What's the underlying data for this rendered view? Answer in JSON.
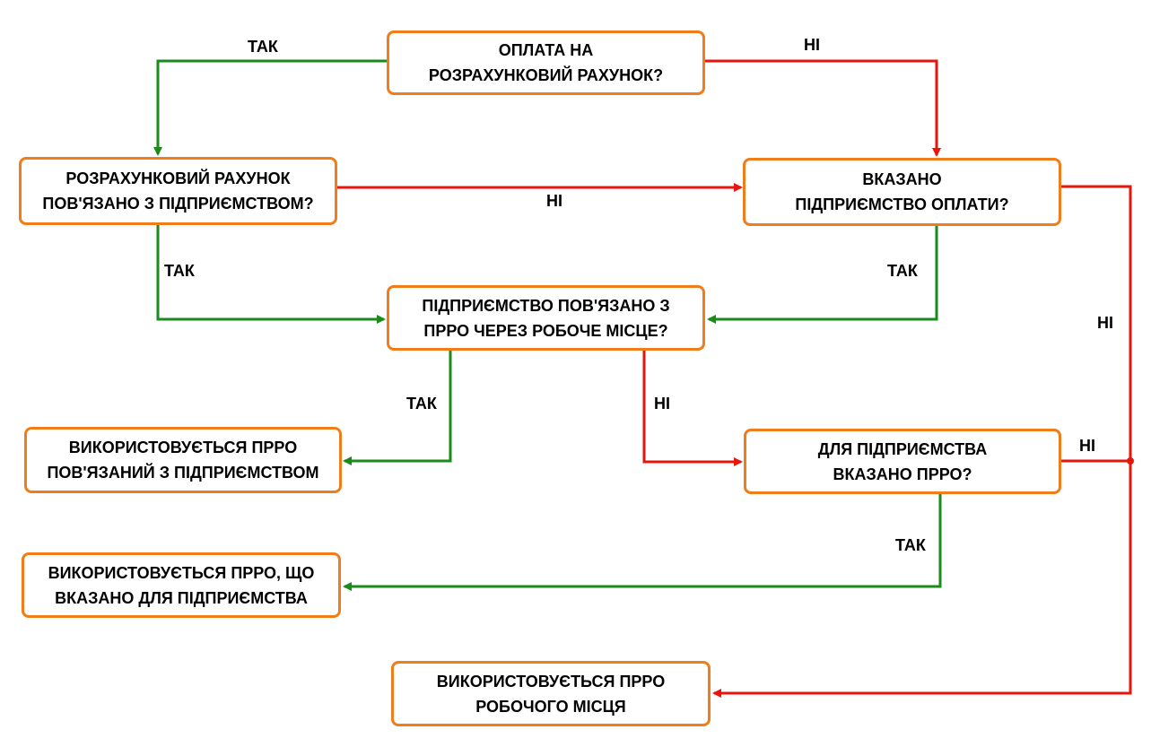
{
  "colors": {
    "box_border": "#f07d1a",
    "yes": "#1a8a1a",
    "no": "#e8150b"
  },
  "nodes": {
    "q_payment_account": "ОПЛАТА НА\nРОЗРАХУНКОВИЙ РАХУНОК?",
    "q_account_linked": "РОЗРАХУНКОВИЙ РАХУНОК\nПОВ'ЯЗАНО З ПІДПРИЄМСТВОМ?",
    "q_enterprise_specified": "ВКАЗАНО\nПІДПРИЄМСТВО ОПЛАТИ?",
    "q_enterprise_linked_prro": "ПІДПРИЄМСТВО ПОВ'ЯЗАНО З\nПРРО ЧЕРЕЗ РОБОЧЕ МІСЦЕ?",
    "r_linked_prro": "ВИКОРИСТОВУЄТЬСЯ ПРРО\nПОВ'ЯЗАНИЙ З ПІДПРИЄМСТВОМ",
    "q_prro_for_enterprise": "ДЛЯ ПІДПРИЄМСТВА\nВКАЗАНО ПРРО?",
    "r_enterprise_prro": "ВИКОРИСТОВУЄТЬСЯ ПРРО, ЩО\nВКАЗАНО ДЛЯ ПІДПРИЄМСТВА",
    "r_workplace_prro": "ВИКОРИСТОВУЄТЬСЯ ПРРО\nРОБОЧОГО МІСЦЯ"
  },
  "edge_labels": {
    "yes_top_left": "ТАК",
    "no_top_right": "НІ",
    "no_middle": "НІ",
    "yes_left_mid": "ТАК",
    "yes_right_mid": "ТАК",
    "no_far_right": "НІ",
    "yes_center": "ТАК",
    "no_center": "НІ",
    "no_prro_right": "НІ",
    "yes_bottom": "ТАК"
  }
}
